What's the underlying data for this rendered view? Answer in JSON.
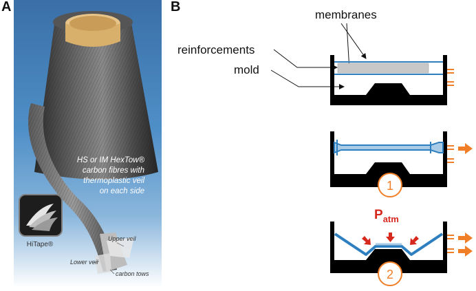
{
  "panel_a": {
    "letter": "A",
    "caption_lines": [
      "HS or IM HexTow®",
      "carbon fibres with",
      "thermoplastic veil",
      "on each side"
    ],
    "logo_text": "HiTape®",
    "labels": {
      "upper_veil": "Upper veil",
      "lower_veil": "Lower veil",
      "carbon_tows": "carbon tows"
    }
  },
  "panel_b": {
    "letter": "B",
    "labels": {
      "membranes": "membranes",
      "reinforcements": "reinforcements",
      "mold": "mold"
    },
    "step1": "1",
    "step2": "2",
    "patm_main": "P",
    "patm_sub": "atm"
  },
  "colors": {
    "membrane": "#2e7fc0",
    "arrow_orange": "#f07e26",
    "pressure_red": "#d7281e",
    "reinforcement_fill": "#c8c8c8",
    "mold": "#000000"
  }
}
